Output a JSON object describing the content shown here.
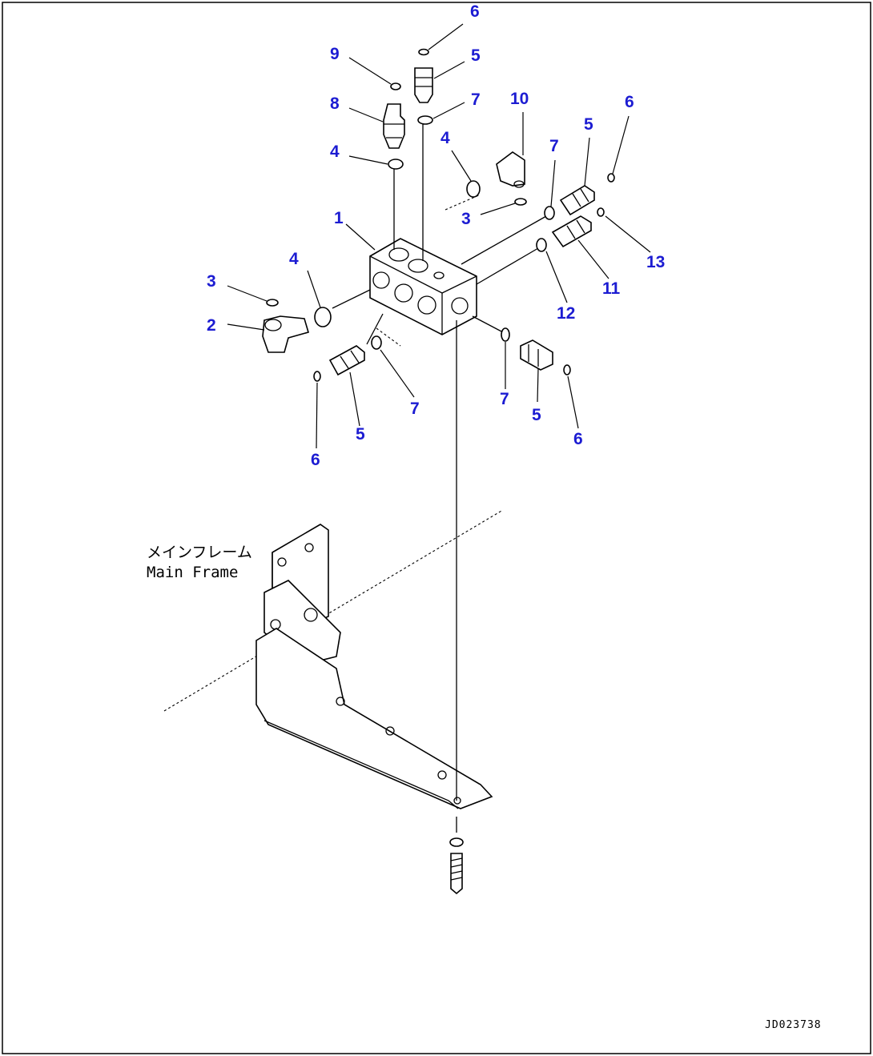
{
  "diagram": {
    "callouts": [
      {
        "id": "c6a",
        "text": "6"
      },
      {
        "id": "c9",
        "text": "9"
      },
      {
        "id": "c5a",
        "text": "5"
      },
      {
        "id": "c8",
        "text": "8"
      },
      {
        "id": "c7a",
        "text": "7"
      },
      {
        "id": "c10",
        "text": "10"
      },
      {
        "id": "c6b",
        "text": "6"
      },
      {
        "id": "c4a",
        "text": "4"
      },
      {
        "id": "c4b",
        "text": "4"
      },
      {
        "id": "c7b",
        "text": "7"
      },
      {
        "id": "c5b",
        "text": "5"
      },
      {
        "id": "c3a",
        "text": "3"
      },
      {
        "id": "c1",
        "text": "1"
      },
      {
        "id": "c13",
        "text": "13"
      },
      {
        "id": "c4c",
        "text": "4"
      },
      {
        "id": "c11",
        "text": "11"
      },
      {
        "id": "c3b",
        "text": "3"
      },
      {
        "id": "c12",
        "text": "12"
      },
      {
        "id": "c2",
        "text": "2"
      },
      {
        "id": "c7c",
        "text": "7"
      },
      {
        "id": "c5c",
        "text": "5"
      },
      {
        "id": "c7d",
        "text": "7"
      },
      {
        "id": "c5d",
        "text": "5"
      },
      {
        "id": "c6c",
        "text": "6"
      },
      {
        "id": "c6d",
        "text": "6"
      }
    ],
    "frame_label_jp": "メインフレーム",
    "frame_label_en": "Main Frame",
    "drawing_code": "JD023738"
  },
  "colors": {
    "callout": "#1c1cd2",
    "line": "#000000",
    "background": "#ffffff"
  }
}
